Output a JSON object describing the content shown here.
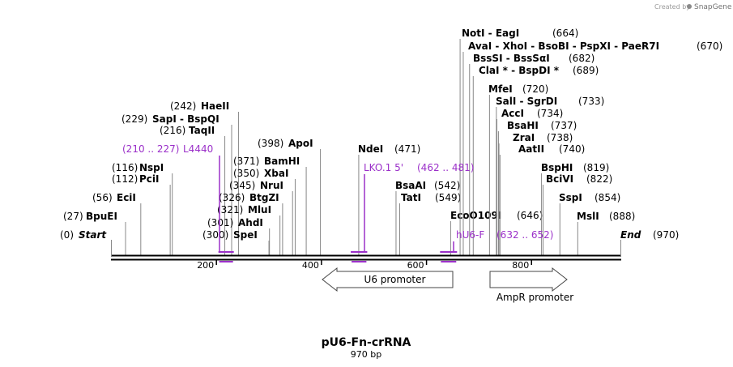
{
  "header": {
    "credit_text": "Created by",
    "credit_brand": "SnapGene"
  },
  "map": {
    "length": 970,
    "title": "pU6-Fn-crRNA",
    "subtitle": "970 bp",
    "start_label": "Start",
    "start_pos": "(0)",
    "end_label": "End",
    "end_pos": "(970)",
    "ticks": [
      {
        "pos": 200,
        "label": "200"
      },
      {
        "pos": 400,
        "label": "400"
      },
      {
        "pos": 600,
        "label": "600"
      },
      {
        "pos": 800,
        "label": "800"
      }
    ],
    "sites": [
      {
        "id": "bpuei",
        "pos": 27,
        "name": "BpuEI",
        "label": "(27)"
      },
      {
        "id": "ecii",
        "pos": 56,
        "name": "EciI",
        "label": "(56)"
      },
      {
        "id": "pcii",
        "pos": 112,
        "name": "PciI",
        "label": "(112)"
      },
      {
        "id": "nspi",
        "pos": 116,
        "name": "NspI",
        "label": "(116)"
      },
      {
        "id": "taqii",
        "pos": 216,
        "name": "TaqII",
        "label": "(216)"
      },
      {
        "id": "sapi",
        "pos": 229,
        "name": "SapI - BspQI",
        "label": "(229)"
      },
      {
        "id": "haeii",
        "pos": 242,
        "name": "HaeII",
        "label": "(242)"
      },
      {
        "id": "spei",
        "pos": 300,
        "name": "SpeI",
        "label": "(300)"
      },
      {
        "id": "ahdi",
        "pos": 301,
        "name": "AhdI",
        "label": "(301)"
      },
      {
        "id": "mlui",
        "pos": 321,
        "name": "MluI",
        "label": "(321)"
      },
      {
        "id": "btgzi",
        "pos": 326,
        "name": "BtgZI",
        "label": "(326)"
      },
      {
        "id": "nrui",
        "pos": 345,
        "name": "NruI",
        "label": "(345)"
      },
      {
        "id": "xbai",
        "pos": 350,
        "name": "XbaI",
        "label": "(350)"
      },
      {
        "id": "bamhi",
        "pos": 371,
        "name": "BamHI",
        "label": "(371)"
      },
      {
        "id": "apoi",
        "pos": 398,
        "name": "ApoI",
        "label": "(398)"
      },
      {
        "id": "ndei",
        "pos": 471,
        "name": "NdeI",
        "label": "(471)"
      },
      {
        "id": "bsaai",
        "pos": 542,
        "name": "BsaAI",
        "label": "(542)"
      },
      {
        "id": "tati",
        "pos": 549,
        "name": "TatI",
        "label": "(549)"
      },
      {
        "id": "eco0109i",
        "pos": 646,
        "name": "EcoO109I",
        "label": "(646)"
      },
      {
        "id": "noti",
        "pos": 664,
        "name": "NotI - EagI",
        "label": "(664)"
      },
      {
        "id": "avai",
        "pos": 670,
        "name": "AvaI - XhoI - BsoBI - PspXI - PaeR7I",
        "label": "(670)"
      },
      {
        "id": "bsssi",
        "pos": 682,
        "name": "BssSI - BssSαI",
        "label": "(682)"
      },
      {
        "id": "clai",
        "pos": 689,
        "name": "ClaI * - BspDI *",
        "label": "(689)"
      },
      {
        "id": "mfei",
        "pos": 720,
        "name": "MfeI",
        "label": "(720)"
      },
      {
        "id": "sali",
        "pos": 733,
        "name": "SalI - SgrDI",
        "label": "(733)"
      },
      {
        "id": "acci",
        "pos": 734,
        "name": "AccI",
        "label": "(734)"
      },
      {
        "id": "bsahi",
        "pos": 737,
        "name": "BsaHI",
        "label": "(737)"
      },
      {
        "id": "zrai",
        "pos": 738,
        "name": "ZraI",
        "label": "(738)"
      },
      {
        "id": "aatii",
        "pos": 740,
        "name": "AatII",
        "label": "(740)"
      },
      {
        "id": "bsphi",
        "pos": 819,
        "name": "BspHI",
        "label": "(819)"
      },
      {
        "id": "bcivi",
        "pos": 822,
        "name": "BciVI",
        "label": "(822)"
      },
      {
        "id": "sspi",
        "pos": 854,
        "name": "SspI",
        "label": "(854)"
      },
      {
        "id": "msli",
        "pos": 888,
        "name": "MslI",
        "label": "(888)"
      }
    ],
    "primers": [
      {
        "id": "l4440",
        "start": 210,
        "end": 227,
        "name": "L4440",
        "range": "(210 .. 227)"
      },
      {
        "id": "lko1",
        "start": 462,
        "end": 481,
        "name": "LKO.1 5'",
        "range": "(462 .. 481)"
      },
      {
        "id": "hu6f",
        "start": 632,
        "end": 652,
        "name": "hU6-F",
        "range": "(632 .. 652)"
      }
    ],
    "features": [
      {
        "id": "u6-promoter",
        "start": 400,
        "end": 650,
        "name": "U6 promoter",
        "direction": "reverse"
      },
      {
        "id": "ampr-promoter",
        "start": 720,
        "end": 825,
        "name": "AmpR promoter",
        "direction": "forward"
      }
    ],
    "colors": {
      "primer": "#9b30c9",
      "line": "#000000",
      "site_line": "#888888",
      "feature_fill": "#ffffff"
    }
  }
}
